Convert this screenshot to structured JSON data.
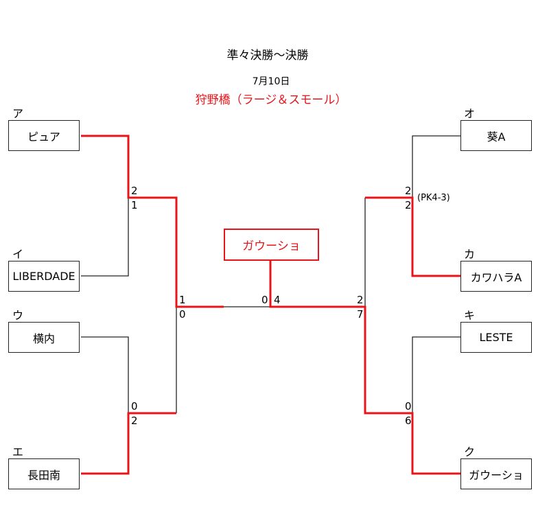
{
  "header": {
    "title": "準々決勝〜決勝",
    "date": "7月10日",
    "venue": "狩野橋（ラージ＆スモール）"
  },
  "champion": "ガウーショ",
  "colors": {
    "winner": "#e8141a",
    "line": "#222222"
  },
  "teams": [
    {
      "mark": "ア",
      "name": "ピュア"
    },
    {
      "mark": "イ",
      "name": "LIBERDADE"
    },
    {
      "mark": "ウ",
      "name": "横内"
    },
    {
      "mark": "エ",
      "name": "長田南"
    },
    {
      "mark": "オ",
      "name": "葵A"
    },
    {
      "mark": "カ",
      "name": "カワハラA"
    },
    {
      "mark": "キ",
      "name": "LESTE"
    },
    {
      "mark": "ク",
      "name": "ガウーショ"
    }
  ],
  "scores": {
    "qf1": [
      "2",
      "1"
    ],
    "qf2": [
      "0",
      "2"
    ],
    "qf3": [
      "2",
      "2"
    ],
    "qf3_note": "(PK4-3)",
    "qf4": [
      "0",
      "6"
    ],
    "sf1": [
      "1",
      "0"
    ],
    "sf2": [
      "2",
      "7"
    ],
    "final": [
      "0",
      "4"
    ]
  }
}
